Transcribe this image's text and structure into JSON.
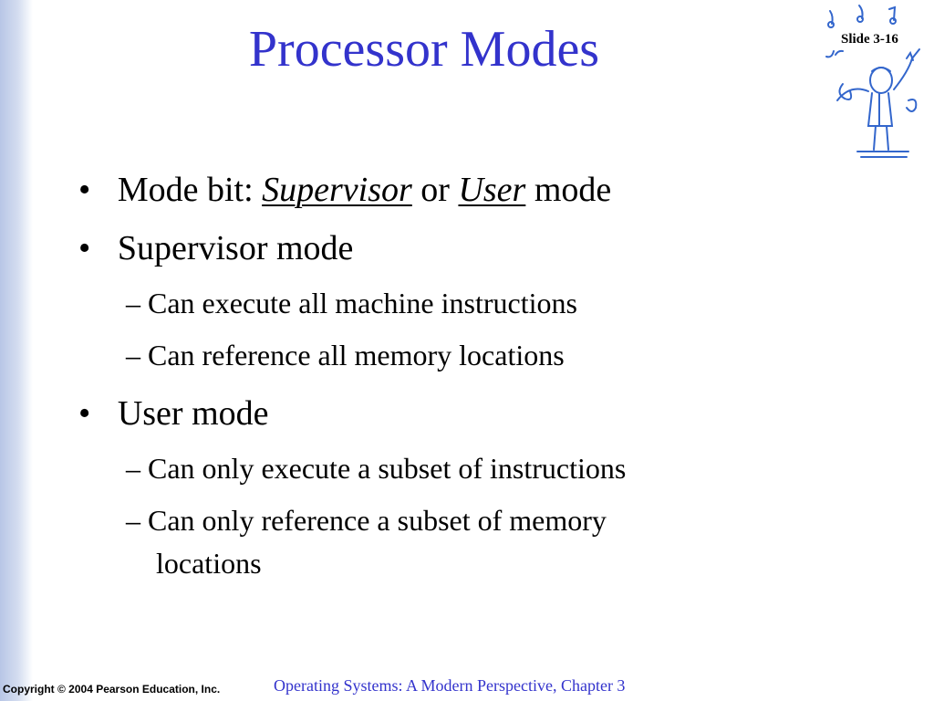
{
  "slide": {
    "title": "Processor Modes",
    "slide_number": "Slide 3-16"
  },
  "bullets": {
    "b1": {
      "bullet": "•",
      "prefix": "Mode bit: ",
      "em1": "Supervisor",
      "mid": " or ",
      "em2": "User",
      "suffix": " mode"
    },
    "b2": {
      "bullet": "•",
      "text": "Supervisor mode"
    },
    "b2_1": {
      "dash": "–",
      "text": "Can execute all machine instructions"
    },
    "b2_2": {
      "dash": "–",
      "text": "Can reference all memory locations"
    },
    "b3": {
      "bullet": "•",
      "text": "User mode"
    },
    "b3_1": {
      "dash": "–",
      "text": "Can only execute a subset of instructions"
    },
    "b3_2": {
      "dash": "–",
      "text_line1": "Can only reference a subset of memory",
      "text_line2": "locations"
    }
  },
  "footer": {
    "copyright": "Copyright © 2004 Pearson Education, Inc.",
    "book_title": "Operating Systems: A Modern Perspective, Chapter 3"
  },
  "colors": {
    "title": "#3333cc",
    "left_band": "#c8d3ee",
    "logo_stroke": "#3366cc"
  },
  "icons": {
    "logo": "conductor-music-icon"
  }
}
